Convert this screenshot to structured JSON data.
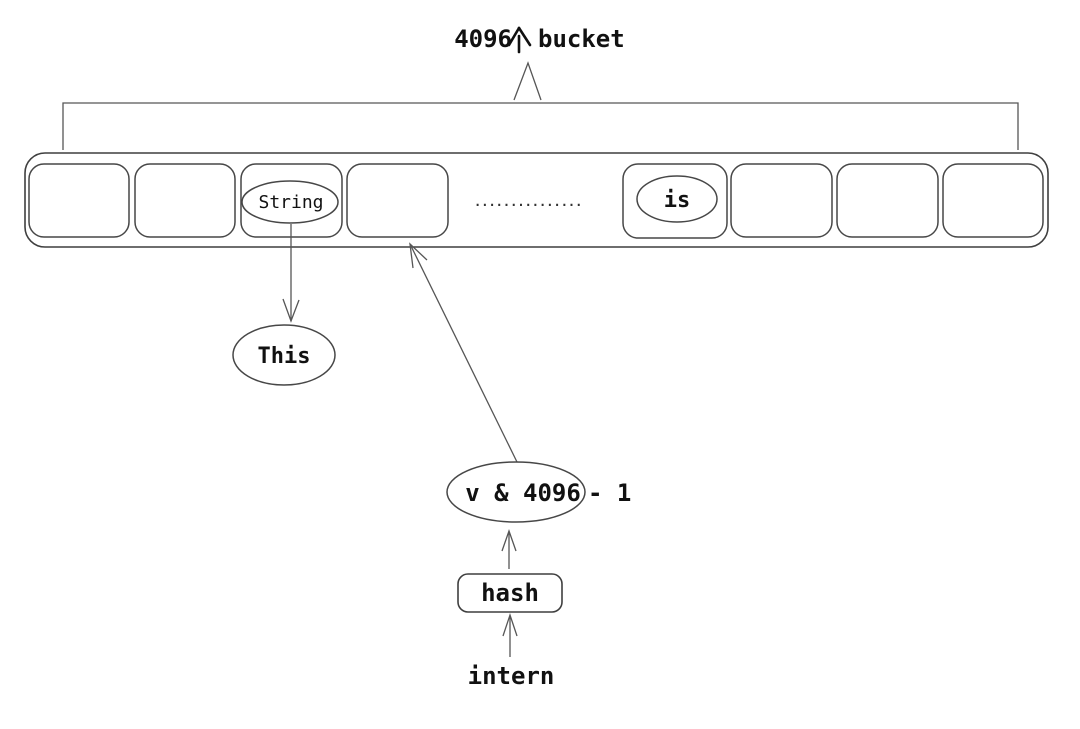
{
  "colors": {
    "background": "#ffffff",
    "shape_stroke": "#3f3f3f",
    "arrow_stroke": "#565656",
    "text": "#111111"
  },
  "annotation": {
    "bucket_count_label": "4096个 bucket",
    "bucket_count": "4096",
    "classifier_char": "个",
    "bucket_word": "bucket"
  },
  "bucket_array": {
    "cell_count": 8,
    "ellipsis": "...............",
    "entries": [
      {
        "bucket_index": 3,
        "label": "String"
      },
      {
        "bucket_index": 5,
        "label": "is"
      }
    ]
  },
  "linked_node": {
    "label": "This"
  },
  "index_expression": {
    "in_ellipse": "v & 4096",
    "tail": "- 1"
  },
  "hash_step": {
    "label": "hash"
  },
  "input_step": {
    "label": "intern"
  }
}
